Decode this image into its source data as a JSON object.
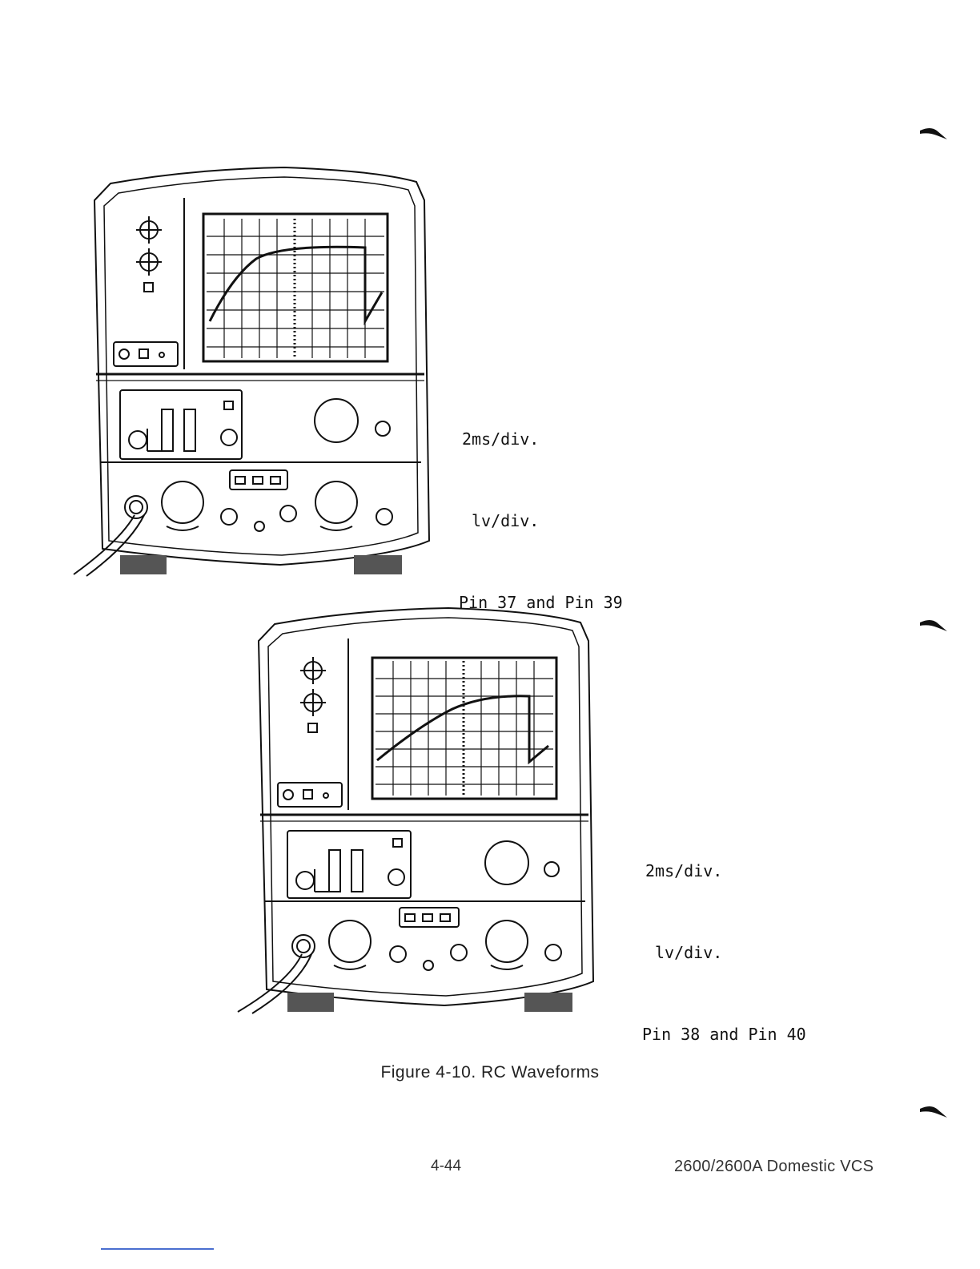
{
  "figures": [
    {
      "settings": {
        "time_base": "2ms/div.",
        "volts": "lv/div.",
        "pins": "Pin 37 and Pin 39"
      },
      "waveform": "rc-charge-curve"
    },
    {
      "settings": {
        "time_base": "2ms/div.",
        "volts": "lv/div.",
        "pins": "Pin 38 and Pin 40"
      },
      "waveform": "rc-charge-curve"
    }
  ],
  "caption": "Figure 4-10.  RC Waveforms",
  "footer": {
    "page_number": "4-44",
    "document_title": "2600/2600A Domestic VCS"
  }
}
